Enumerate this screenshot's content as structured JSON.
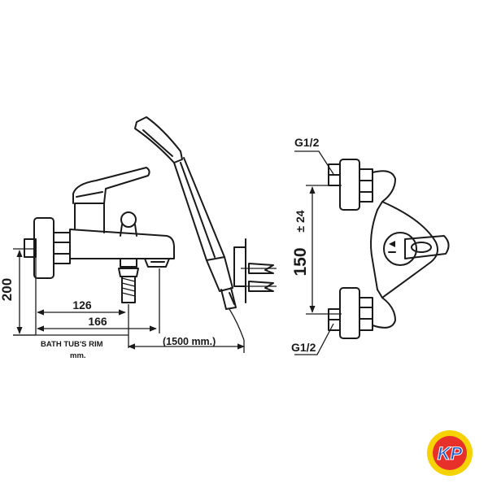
{
  "dimensions": {
    "height_200": "200",
    "dist_126": "126",
    "dist_166": "166",
    "hose_length": "(1500 mm.)",
    "rim_label": "BATH TUB'S RIM",
    "unit_label": "mm.",
    "thread_top": "G1/2",
    "thread_bottom": "G1/2",
    "center_distance": "150",
    "tolerance": "± 24"
  },
  "logo": {
    "text": "KP",
    "colors": {
      "outer": "#f5d200",
      "inner": "#e8302a",
      "letters": "#1f57c8"
    }
  }
}
